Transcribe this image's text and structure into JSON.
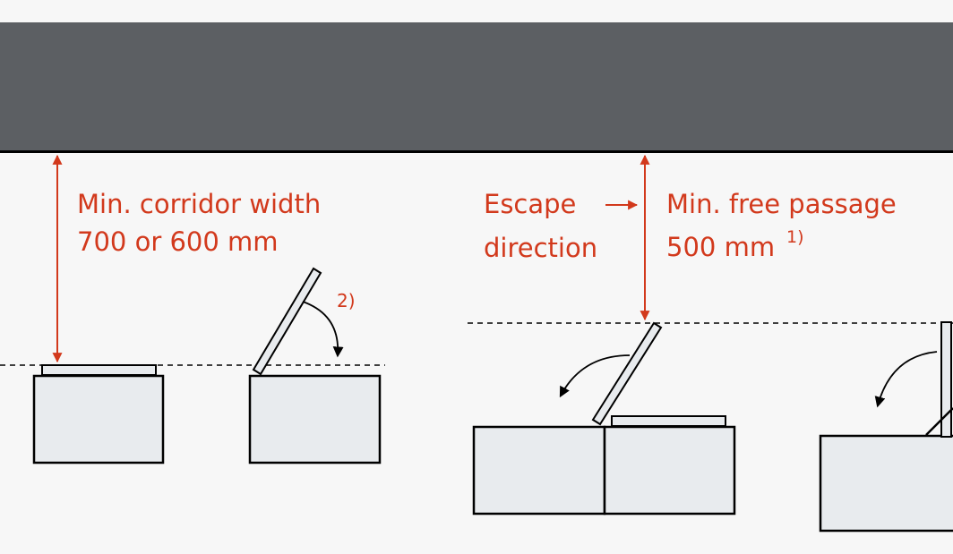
{
  "labels": {
    "corridor_line1": "Min. corridor width",
    "corridor_line2": "700 or 600 mm",
    "note_2": "2)",
    "escape_line1": "Escape",
    "escape_line2": "direction",
    "passage_line1": "Min. free passage",
    "passage_line2": "500 mm",
    "note_1": "1)"
  },
  "colors": {
    "wall": "#5c5f63",
    "dimension": "#d2391c",
    "cabinet_fill": "#e8ebee",
    "outline": "#000000",
    "background": "#f7f7f7"
  }
}
